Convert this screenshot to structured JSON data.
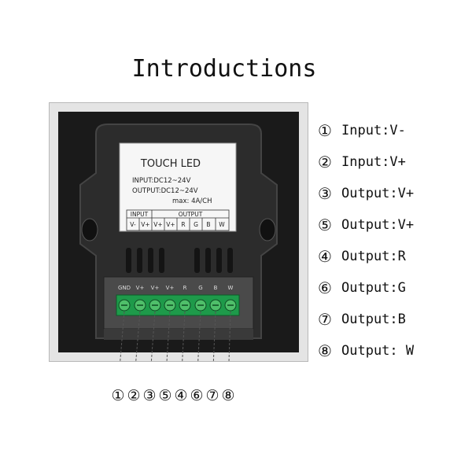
{
  "title": "Introductions",
  "device": {
    "label_title": "TOUCH LED",
    "input_spec": "INPUT:DC12~24V",
    "output_spec": "OUTPUT:DC12~24V",
    "max_spec": "max: 4A/CH",
    "table_input_header": "INPUT",
    "table_output_header": "OUTPUT",
    "table_cells": [
      "V-",
      "V+",
      "V+",
      "V+",
      "R",
      "G",
      "B",
      "W"
    ],
    "terminal_labels": [
      "GND",
      "V+",
      "V+",
      "V+",
      "R",
      "G",
      "B",
      "W"
    ]
  },
  "legend": [
    {
      "num": "①",
      "label": "Input:V-"
    },
    {
      "num": "②",
      "label": "Input:V+"
    },
    {
      "num": "③",
      "label": "Output:V+"
    },
    {
      "num": "⑤",
      "label": "Output:V+"
    },
    {
      "num": "④",
      "label": "Output:R"
    },
    {
      "num": "⑥",
      "label": "Output:G"
    },
    {
      "num": "⑦",
      "label": "Output:B"
    },
    {
      "num": "⑧",
      "label": "Output: W"
    }
  ],
  "bottom_numbers": [
    "①",
    "②",
    "③",
    "⑤",
    "④",
    "⑥",
    "⑦",
    "⑧"
  ]
}
